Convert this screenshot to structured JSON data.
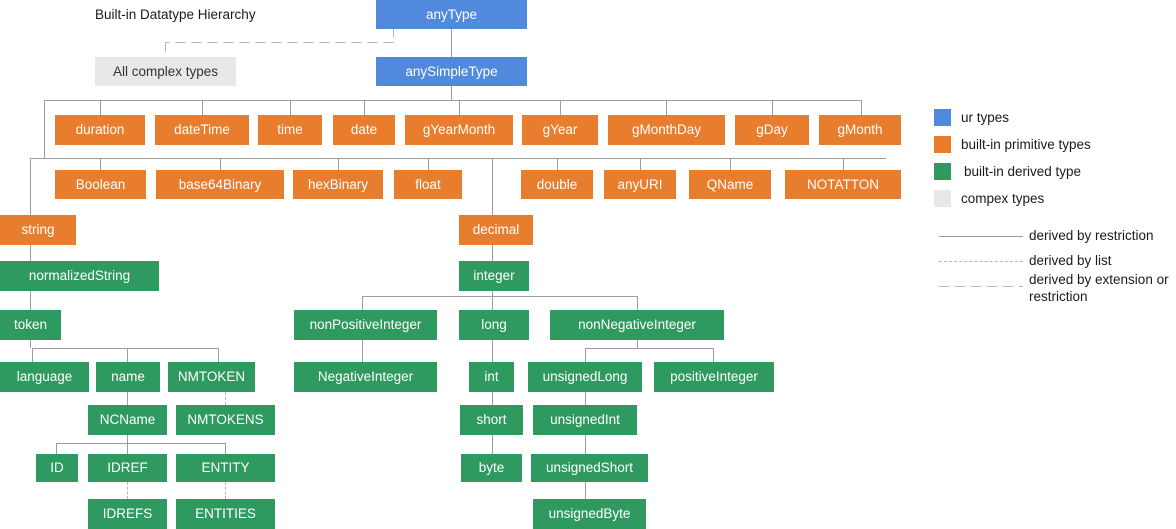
{
  "title": "Built-in Datatype Hierarchy",
  "colors": {
    "ur": "#5189DC",
    "primitive": "#E87D2E",
    "derived": "#2E9A5F",
    "complex": "#E8E8E8",
    "connector": "#9d9d9d"
  },
  "nodes": {
    "anyType": "anyType",
    "anySimpleType": "anySimpleType",
    "allComplexTypes": "All complex types",
    "duration": "duration",
    "dateTime": "dateTime",
    "time": "time",
    "date": "date",
    "gYearMonth": "gYearMonth",
    "gYear": "gYear",
    "gMonthDay": "gMonthDay",
    "gDay": "gDay",
    "gMonth": "gMonth",
    "boolean": "Boolean",
    "base64Binary": "base64Binary",
    "hexBinary": "hexBinary",
    "float": "float",
    "double": "double",
    "anyURI": "anyURI",
    "qname": "QName",
    "notation": "NOTATTON",
    "string": "string",
    "decimal": "decimal",
    "normalizedString": "normalizedString",
    "integer": "integer",
    "token": "token",
    "nonPositiveInteger": "nonPositiveInteger",
    "long": "long",
    "nonNegativeInteger": "nonNegativeInteger",
    "language": "language",
    "name": "name",
    "nmtoken": "NMTOKEN",
    "negativeInteger": "NegativeInteger",
    "int": "int",
    "unsignedLong": "unsignedLong",
    "positiveInteger": "positiveInteger",
    "ncname": "NCName",
    "nmtokens": "NMTOKENS",
    "short": "short",
    "unsignedInt": "unsignedInt",
    "id": "ID",
    "idref": "IDREF",
    "entity": "ENTITY",
    "byte": "byte",
    "unsignedShort": "unsignedShort",
    "idrefs": "IDREFS",
    "entities": "ENTITIES",
    "unsignedByte": "unsignedByte"
  },
  "legend": {
    "swatches": [
      {
        "label": "ur types",
        "color": "#5189DC"
      },
      {
        "label": "built-in primitive types",
        "color": "#E87D2E"
      },
      {
        "label": "built-in derived type",
        "color": "#2E9A5F"
      },
      {
        "label": "compex types",
        "color": "#E8E8E8"
      }
    ],
    "lines": [
      {
        "label": "derived by restriction",
        "style": "solid"
      },
      {
        "label": "derived by list",
        "style": "dashed"
      },
      {
        "label": "derived by extension or restriction",
        "style": "dashdot"
      }
    ]
  }
}
